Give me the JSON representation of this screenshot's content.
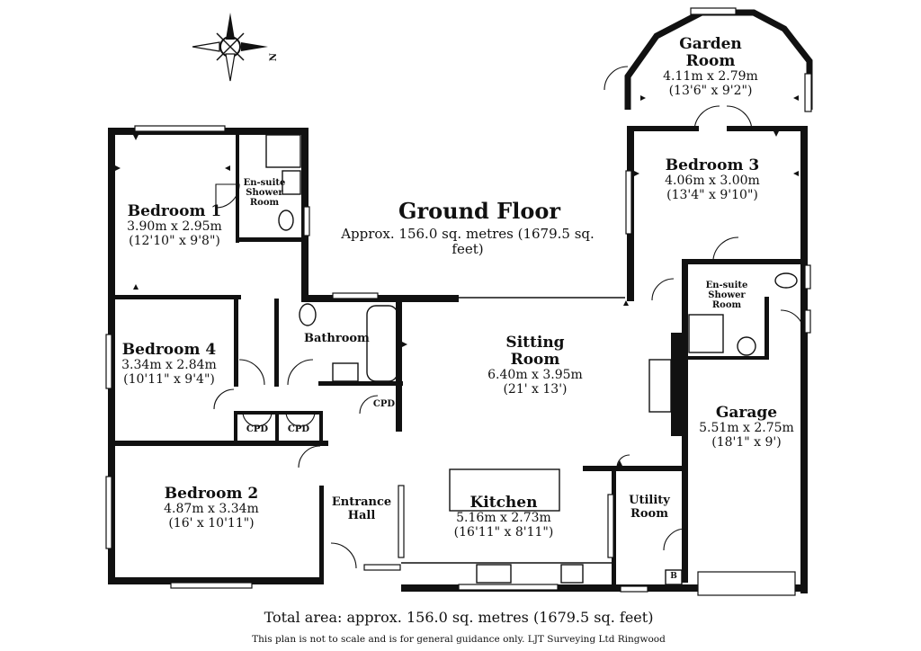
{
  "title": "Ground Floor",
  "subtitle": "Approx. 156.0 sq. metres (1679.5 sq. feet)",
  "compass_letter": "N",
  "rooms": {
    "garden_room": {
      "name": "Garden Room",
      "dims": "4.11m x 2.79m",
      "imperial": "(13'6\" x 9'2\")"
    },
    "bedroom3": {
      "name": "Bedroom 3",
      "dims": "4.06m x 3.00m",
      "imperial": "(13'4\" x 9'10\")"
    },
    "bedroom1": {
      "name": "Bedroom 1",
      "dims": "3.90m x 2.95m",
      "imperial": "(12'10\" x 9'8\")"
    },
    "ensuite1": {
      "name": "En-suite Shower Room"
    },
    "ensuite2": {
      "name": "En-suite Shower Room"
    },
    "bedroom4": {
      "name": "Bedroom 4",
      "dims": "3.34m x 2.84m",
      "imperial": "(10'11\" x 9'4\")"
    },
    "bathroom": {
      "name": "Bathroom"
    },
    "sitting_room": {
      "name": "Sitting Room",
      "dims": "6.40m x 3.95m",
      "imperial": "(21' x 13')"
    },
    "garage": {
      "name": "Garage",
      "dims": "5.51m x 2.75m",
      "imperial": "(18'1\" x 9')"
    },
    "bedroom2": {
      "name": "Bedroom 2",
      "dims": "4.87m x 3.34m",
      "imperial": "(16' x 10'11\")"
    },
    "entrance_hall": {
      "name": "Entrance Hall"
    },
    "kitchen": {
      "name": "Kitchen",
      "dims": "5.16m x 2.73m",
      "imperial": "(16'11\" x 8'11\")"
    },
    "utility_room": {
      "name": "Utility Room"
    }
  },
  "cupboards": [
    "CPD",
    "CPD",
    "CPD"
  ],
  "boiler_label": "B",
  "total_area": "Total area: approx. 156.0 sq. metres (1679.5 sq. feet)",
  "disclaimer": "This plan is not to scale and is for general guidance only. LJT Surveying Ltd Ringwood"
}
